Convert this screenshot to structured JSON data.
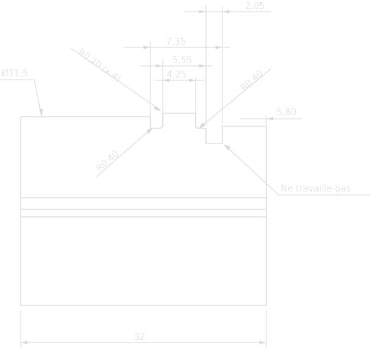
{
  "drawing": {
    "line_color": "#d9d9d9",
    "text_color": "#d2d2d2",
    "dimensions": {
      "d_2_05": "2,05",
      "d_7_35": "7,35",
      "d_5_55": "5,55",
      "d_4_25": "4,25",
      "d_5_80": "5,80",
      "d_32": "32",
      "diameter": "Ø11,5"
    },
    "radii": {
      "r_0_20": "R0,20 (x 4)",
      "r_0_40_top": "R0,40",
      "r_0_40_bottom": "R0,40"
    },
    "note": "Ne travaille pas"
  }
}
